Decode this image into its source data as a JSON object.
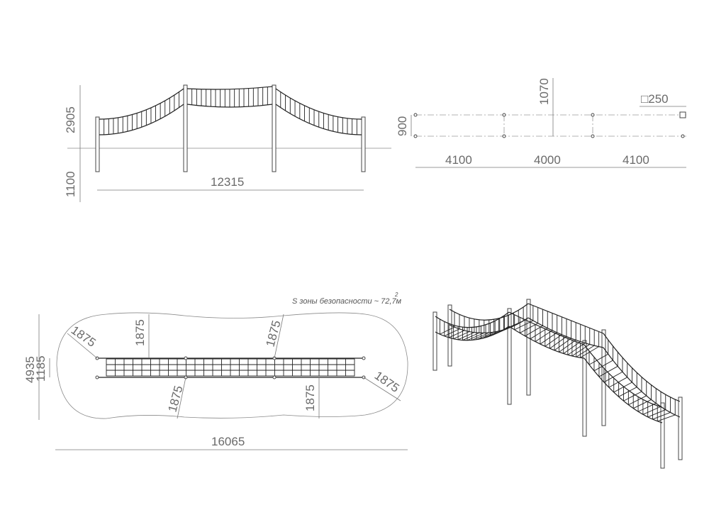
{
  "front_view": {
    "height_above": "2905",
    "depth_below": "1100",
    "total_length": "12315"
  },
  "plan_view": {
    "width": "900",
    "height_mark": "1070",
    "post_section": "□250",
    "spans": [
      "4100",
      "4000",
      "4100"
    ]
  },
  "safety_zone": {
    "area_note": "S зоны безопасности ~ 72,7м",
    "area_superscript": "2",
    "overall_length": "16065",
    "overall_width": "4935",
    "inner_width": "1185",
    "offsets": [
      "1875",
      "1875",
      "1875",
      "1875",
      "1875",
      "1875"
    ]
  },
  "colors": {
    "line": "#222222",
    "dimension": "#7a7a7a",
    "background": "#ffffff"
  }
}
